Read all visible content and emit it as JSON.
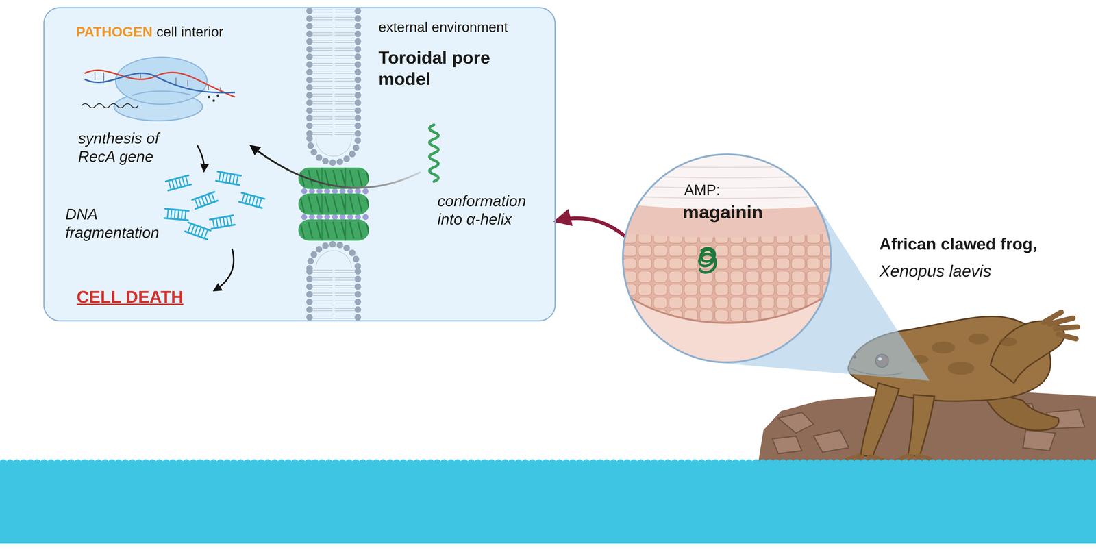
{
  "diagram": {
    "nodes": [
      {
        "text": [
          "PATHOGEN",
          "cell interior",
          "external environment",
          "Toroidal pore model",
          "synthesis of RecA gene",
          "DNA fragmentation",
          "CELL DEATH",
          "conformation into α-helix"
        ]
      },
      {
        "text": [
          "AMP:",
          "magainin"
        ]
      }
    ],
    "edges": [
      {
        "from": 1,
        "to": 0,
        "arrow": "to"
      }
    ],
    "labels": [
      "African clawed frog,",
      "Xenopus laevis"
    ]
  }
}
